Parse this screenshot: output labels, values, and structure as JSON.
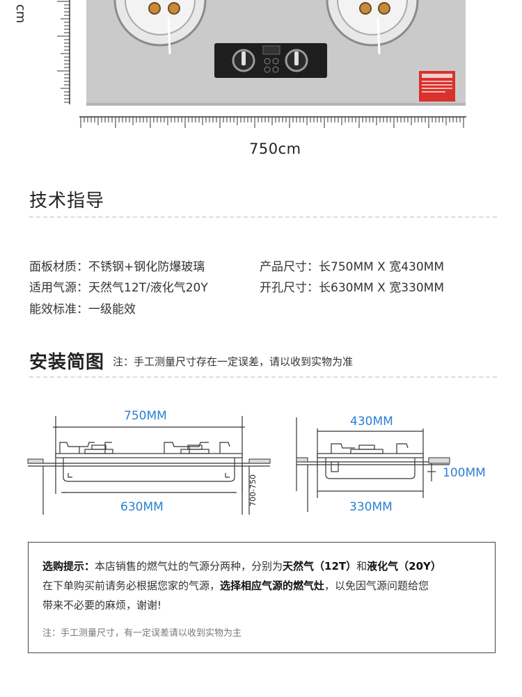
{
  "top_image": {
    "cm_label": "cm",
    "width_label": "750cm"
  },
  "tech": {
    "title": "技术指导",
    "specs": [
      {
        "text": "面板材质：不锈钢+钢化防爆玻璃"
      },
      {
        "text": "产品尺寸：长750MM X 宽430MM"
      },
      {
        "text": "适用气源：天然气12T/液化气20Y"
      },
      {
        "text": "开孔尺寸：长630MM X 宽330MM"
      },
      {
        "text": "能效标准：一级能效"
      }
    ]
  },
  "install": {
    "title": "安装简图",
    "note": "注：手工测量尺寸存在一定误差，请以收到实物为准",
    "left": {
      "top": "750MM",
      "bottom": "630MM",
      "side": "700-750"
    },
    "right": {
      "top": "430MM",
      "bottom": "330MM",
      "side": "100MM"
    }
  },
  "notice": {
    "l1_a": "选购提示：",
    "l1_b": "本店销售的燃气灶的气源分两种，分别为",
    "l1_c": "天然气（12T）",
    "l1_d": "和",
    "l1_e": "液化气（20Y）",
    "l2_a": "在下单购买前请务必根据您家的气源，",
    "l2_b": "选择相应气源的燃气灶",
    "l2_c": "，以免因气源问题给您",
    "l3": "带来不必要的麻烦，谢谢!",
    "foot": "注：手工测量尺寸，有一定误差请以收到实物为主"
  },
  "colors": {
    "accent": "#2a7fd4",
    "panel": "#c9c9c9",
    "text": "#333333"
  }
}
